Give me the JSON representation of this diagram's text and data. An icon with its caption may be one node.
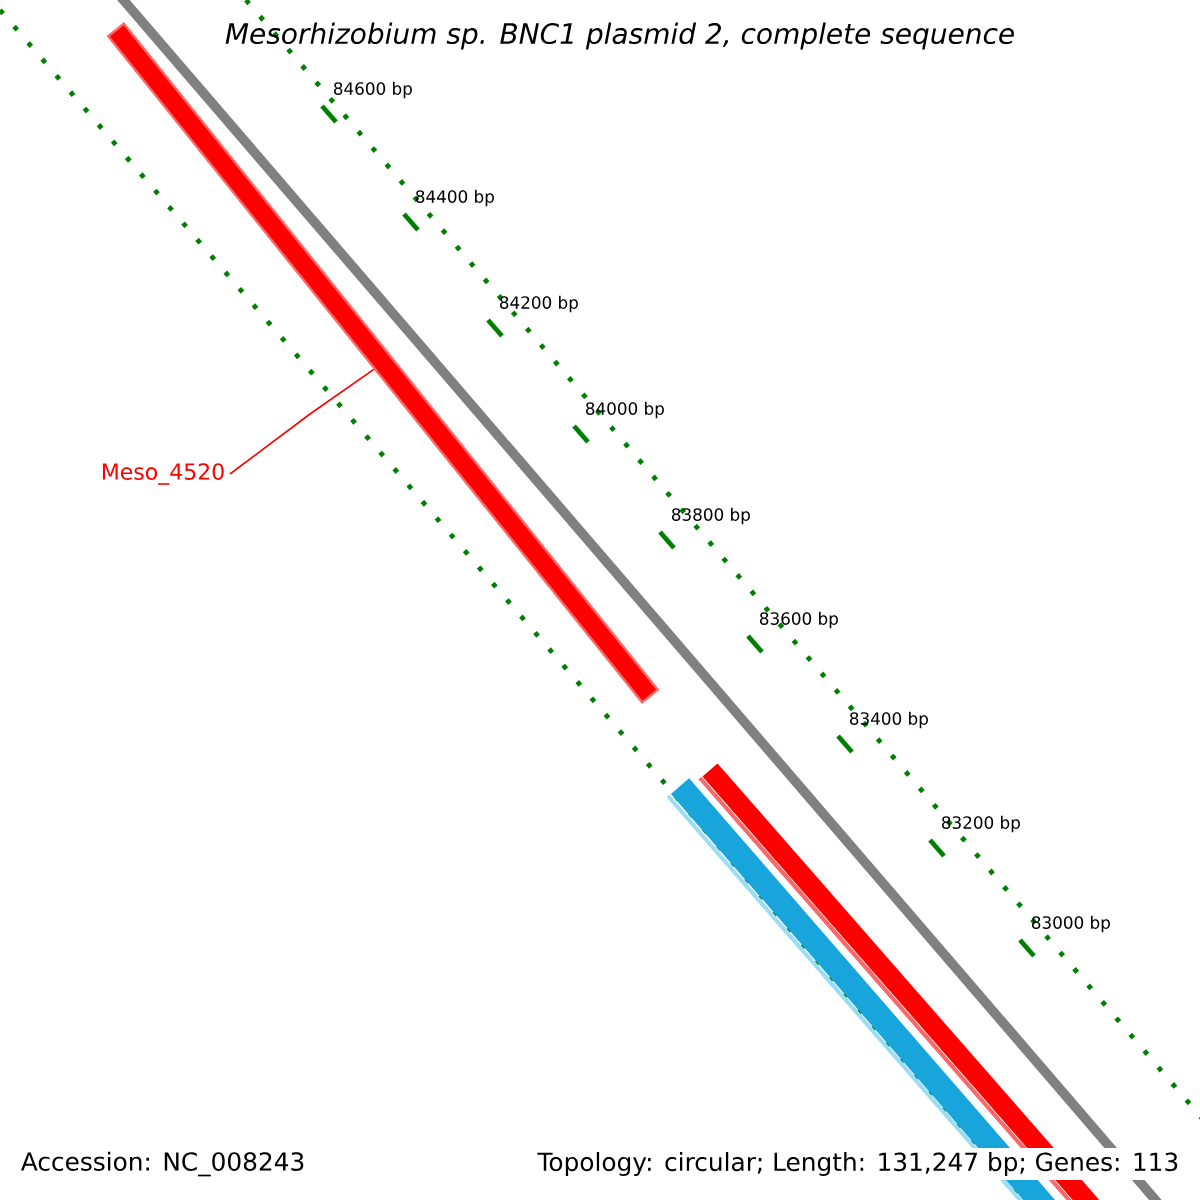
{
  "diagram": {
    "title": "Mesorhizobium sp. BNC1 plasmid 2, complete sequence",
    "nodes": [
      {
        "text": [
          "Meso_4520"
        ]
      },
      {
        "text": [],
        "shape": "bar"
      }
    ],
    "edges": [
      {
        "from": 0,
        "to": 1,
        "arrow": "none",
        "color": "#ff0000"
      }
    ],
    "labels": [
      "84600 bp",
      "84400 bp",
      "84200 bp",
      "84000 bp",
      "83800 bp",
      "83600 bp",
      "83400 bp",
      "83200 bp",
      "83000 bp",
      "Accession: NC_008243",
      "Topology: circular; Length: 131,247 bp; Genes: 113"
    ]
  }
}
